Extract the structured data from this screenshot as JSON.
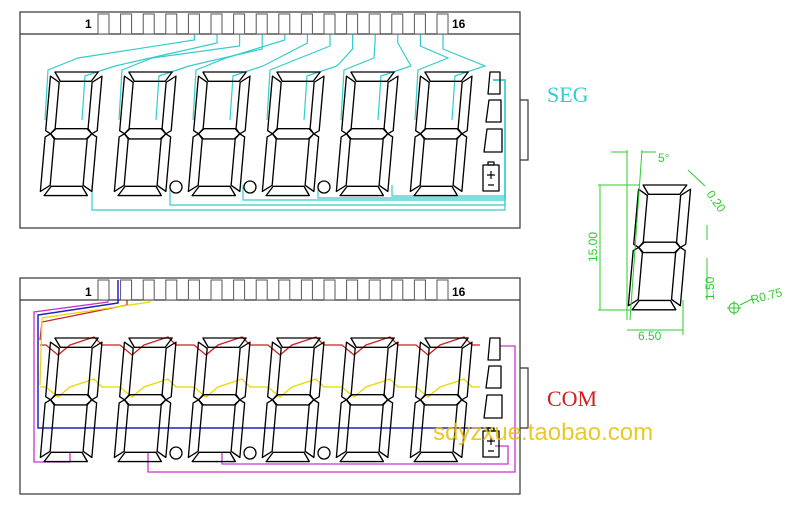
{
  "seg_panel": {
    "label": "SEG",
    "pin_first": "1",
    "pin_last": "16",
    "label_color": "#33cccc",
    "wire_color": "#33cccc"
  },
  "com_panel": {
    "label": "COM",
    "pin_first": "1",
    "pin_last": "16",
    "label_color": "#cc2222",
    "wire_colors": {
      "com1": "#cc2222",
      "com2": "#e8d800",
      "com3": "#2020c0",
      "com4": "#cc33cc"
    }
  },
  "digit_count": 6,
  "pin_count": 16,
  "dimensions": {
    "height": "15.00",
    "angle": "5°",
    "gap": "0.20",
    "seg_width": "1.50",
    "width": "6.50",
    "dot_radius": "R0.75",
    "color": "#2ecc2e"
  },
  "watermark": "sdyzxue.taobao.com"
}
